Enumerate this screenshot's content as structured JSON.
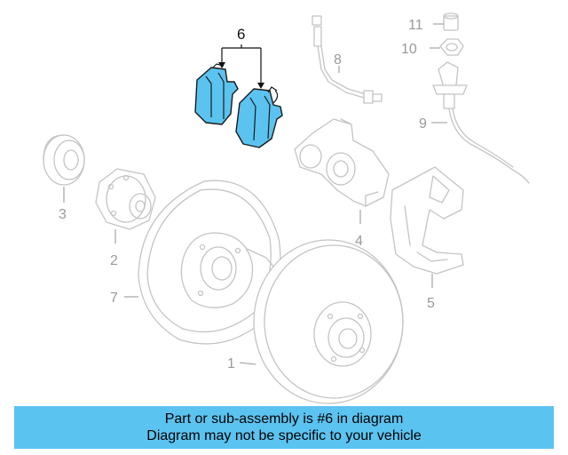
{
  "diagram": {
    "callouts": [
      "1",
      "2",
      "3",
      "4",
      "5",
      "6",
      "7",
      "8",
      "9",
      "10",
      "11"
    ],
    "highlighted_part": "6"
  },
  "banner": {
    "line1": "Part or sub-assembly is #6 in diagram",
    "line2": "Diagram may not be specific to your vehicle"
  },
  "colors": {
    "highlight": "#5bc3f0",
    "banner_bg": "#5bc3f0",
    "ghost_lines": "#c4c4c4",
    "label_gray": "#9a9a9a"
  }
}
